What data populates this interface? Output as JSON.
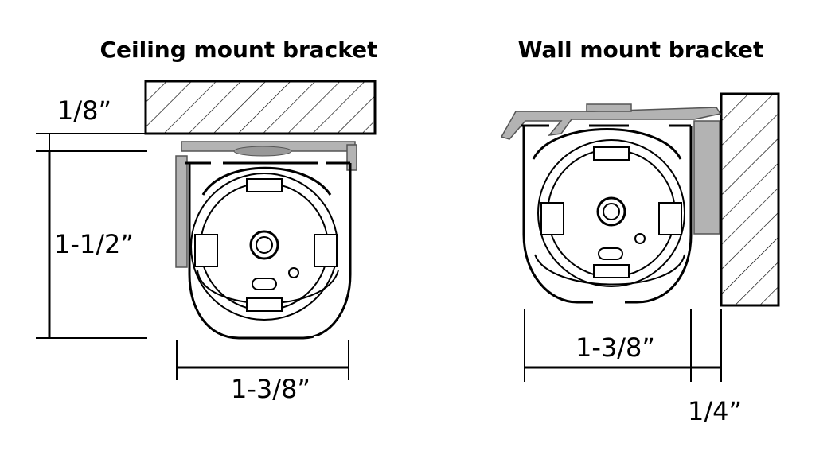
{
  "titles": {
    "ceiling": "Ceiling mount bracket",
    "wall": "Wall mount bracket"
  },
  "dimensions": {
    "ceiling_gap": "1/8”",
    "ceiling_height": "1-1/2”",
    "ceiling_width": "1-3/8”",
    "wall_width": "1-3/8”",
    "wall_gap": "1/4”"
  },
  "colors": {
    "line": "#000000",
    "bracket_gray": "#b3b3b3"
  }
}
